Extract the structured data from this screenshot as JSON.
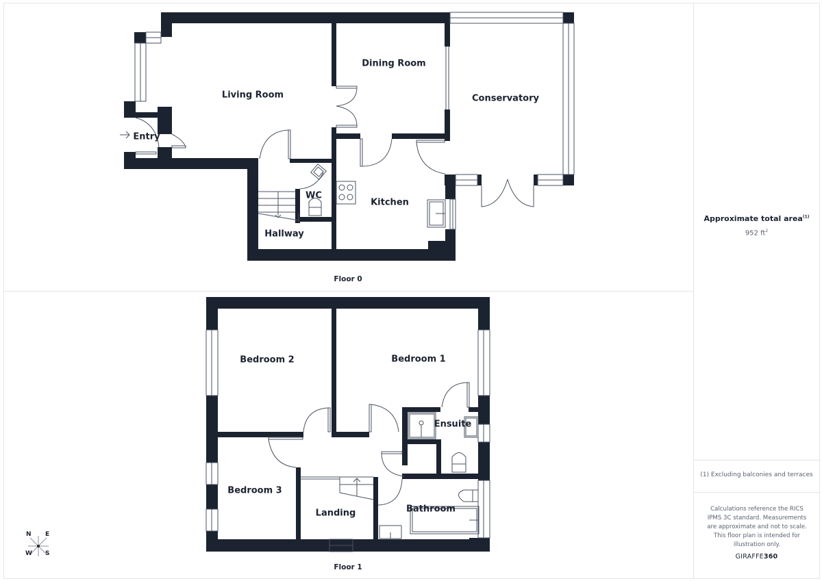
{
  "floors": [
    {
      "label": "Floor 0",
      "rooms": {
        "living_room": "Living Room",
        "dining_room": "Dining Room",
        "conservatory": "Conservatory",
        "entry": "Entry",
        "wc": "WC",
        "kitchen": "Kitchen",
        "hallway": "Hallway"
      }
    },
    {
      "label": "Floor 1",
      "rooms": {
        "bedroom_2": "Bedroom 2",
        "bedroom_1": "Bedroom 1",
        "ensuite": "Ensuite",
        "bedroom_3": "Bedroom 3",
        "landing": "Landing",
        "bathroom": "Bathroom"
      }
    }
  ],
  "sidebar": {
    "area_title": "Approximate total area",
    "area_footnote_marker": "(1)",
    "area_value": "952 ft",
    "area_unit_sup": "2",
    "footnote": "(1) Excluding balconies and terraces",
    "disclaimer": "Calculations reference the RICS IPMS 3C standard. Measurements are approximate and not to scale. This floor plan is intended for illustration only.",
    "brand_light": "GIRAFFE",
    "brand_bold": "360"
  },
  "compass": {
    "n": "N",
    "e": "E",
    "w": "W",
    "s": "S"
  },
  "colors": {
    "wall": "#1c2330",
    "line": "#4a5260",
    "text_muted": "#5a6270",
    "border": "#e3e5e8"
  }
}
